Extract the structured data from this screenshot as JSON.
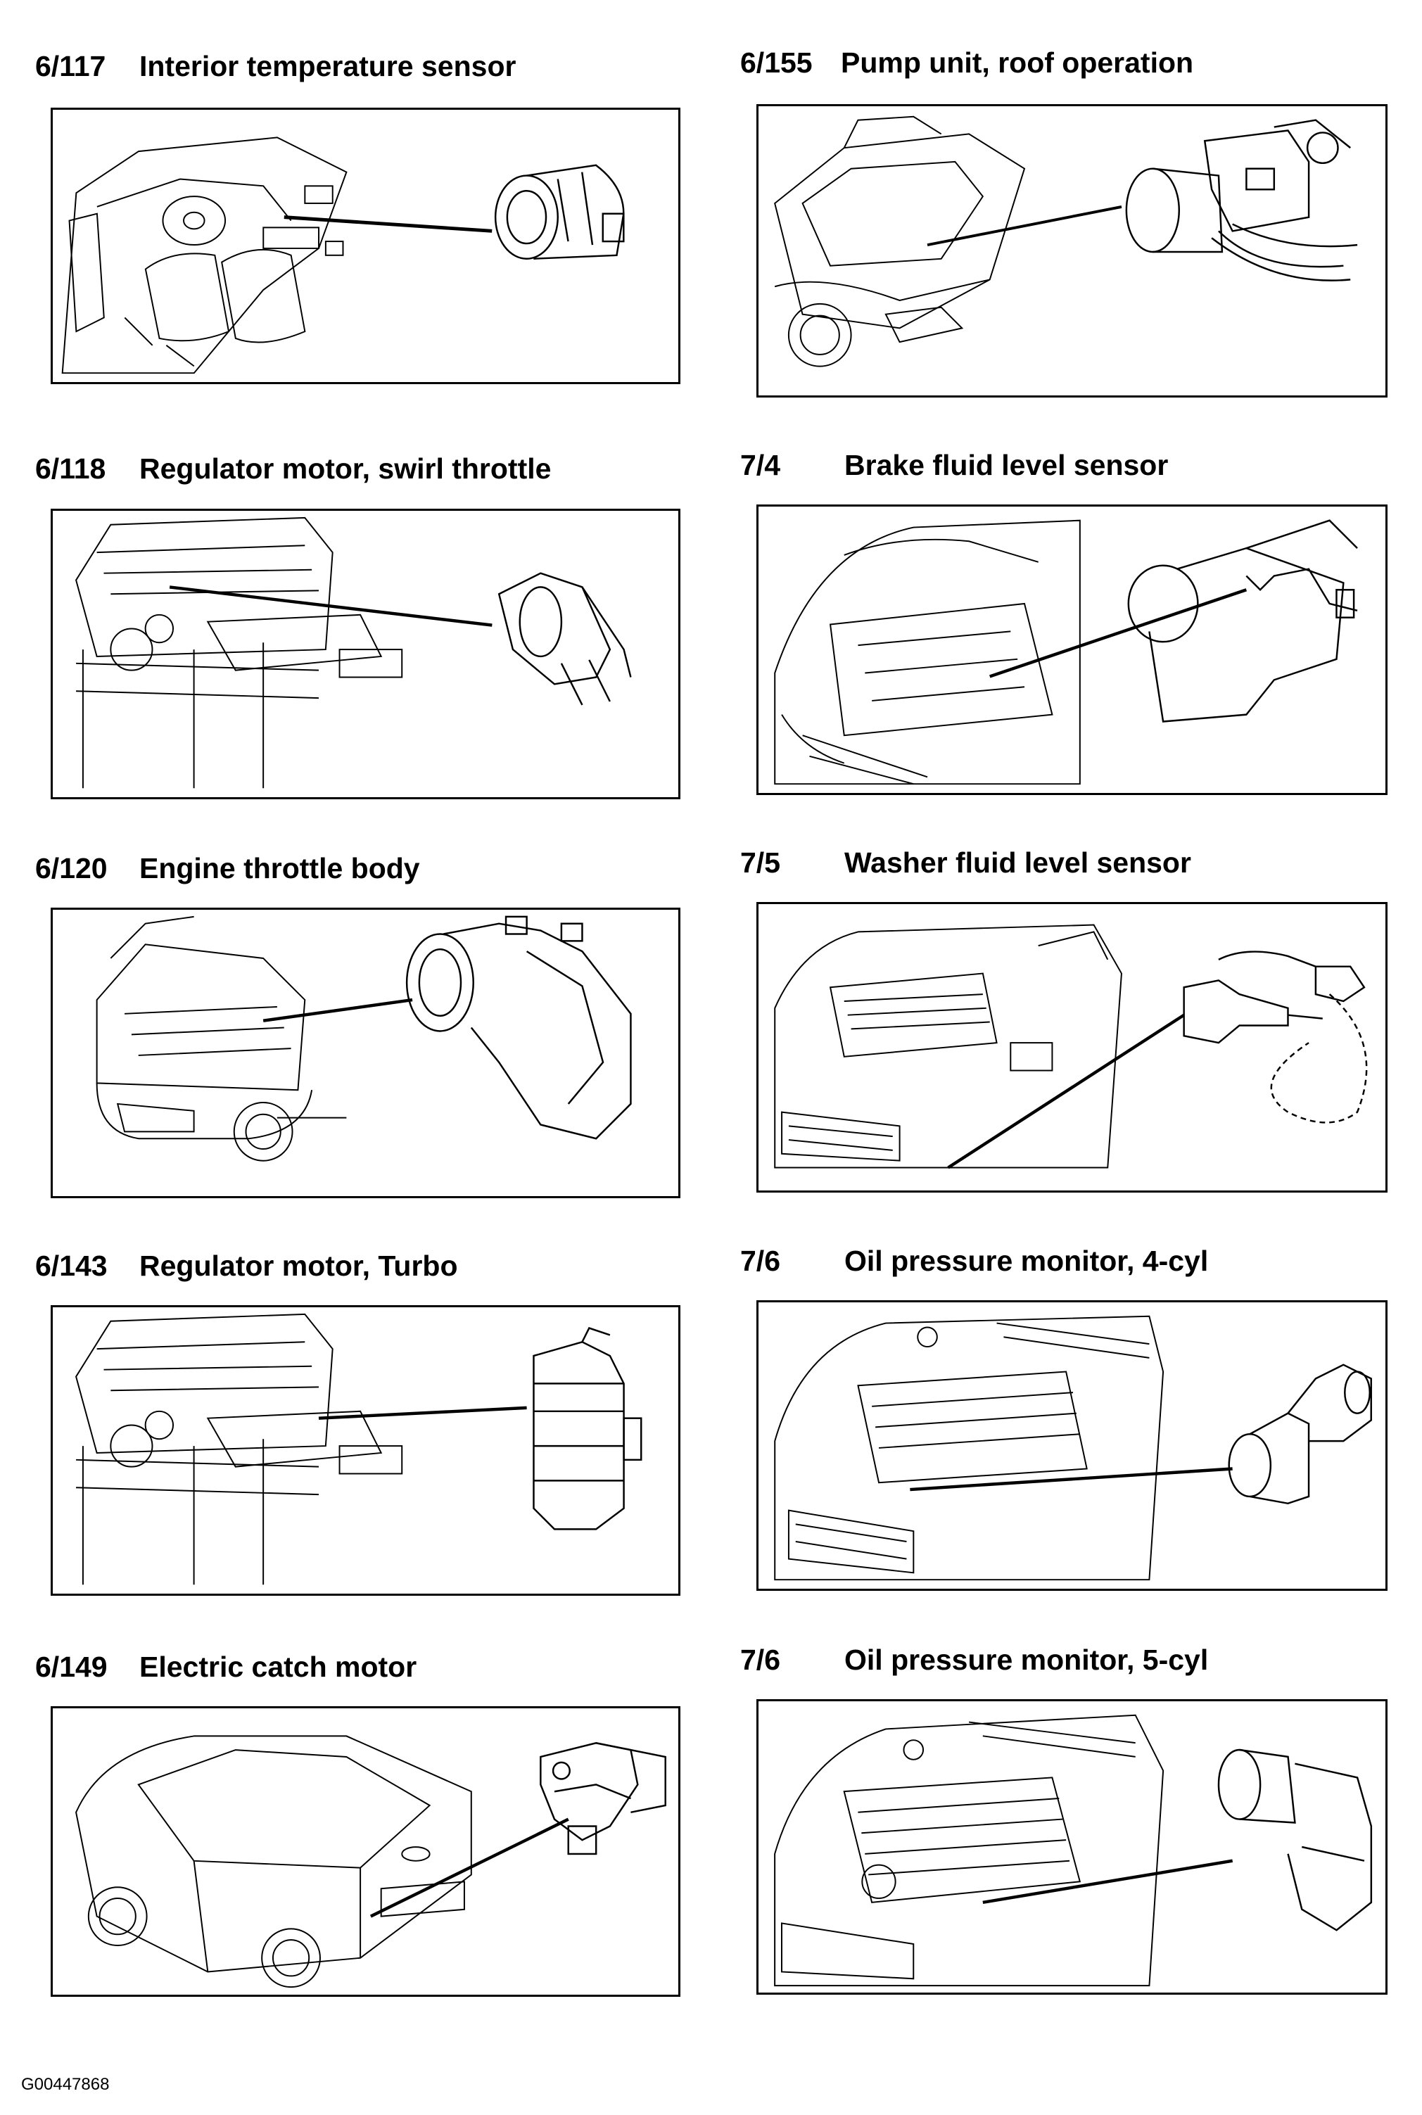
{
  "items": [
    {
      "code": "6/117",
      "title": "Interior temperature sensor"
    },
    {
      "code": "6/155",
      "title": "Pump unit, roof operation"
    },
    {
      "code": "6/118",
      "title": "Regulator motor, swirl throttle"
    },
    {
      "code": "7/4",
      "title": "Brake fluid level sensor"
    },
    {
      "code": "6/120",
      "title": "Engine throttle body"
    },
    {
      "code": "7/5",
      "title": "Washer fluid level sensor"
    },
    {
      "code": "6/143",
      "title": "Regulator motor, Turbo"
    },
    {
      "code": "7/6",
      "title": "Oil pressure monitor, 4-cyl"
    },
    {
      "code": "6/149",
      "title": "Electric catch motor"
    },
    {
      "code": "7/6",
      "title": "Oil pressure monitor, 5-cyl"
    }
  ],
  "footer": {
    "graphic_id": "G00447868"
  }
}
